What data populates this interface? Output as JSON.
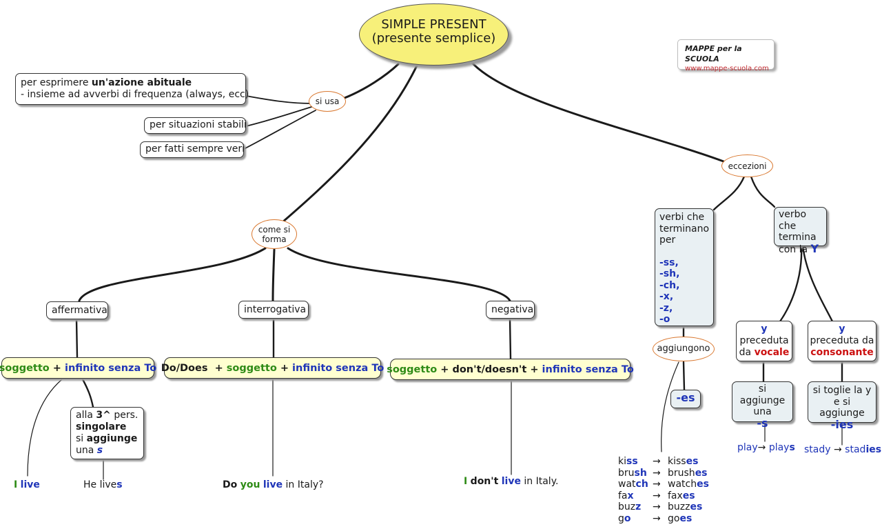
{
  "title": {
    "line1": "SIMPLE PRESENT",
    "line2": "(presente semplice)"
  },
  "logo": {
    "line1": "MAPPE per la SCUOLA",
    "line2": "www.mappe-scuola.com"
  },
  "si_usa": {
    "label": "si usa",
    "item1_a": "per esprimere ",
    "item1_bold": "un'azione abituale",
    "item1_line2": "- insieme ad avverbi di frequenza (always, ecc)",
    "item2": "per situazioni stabili",
    "item3": "per fatti sempre veri"
  },
  "come_si_forma": {
    "label_l1": "come si",
    "label_l2": "forma"
  },
  "affermativa": {
    "label": "affermativa",
    "f_soggetto": "soggetto",
    "f_plus": " + ",
    "f_infinito": "infinito senza To",
    "note_a": "alla ",
    "note_3": "3^",
    "note_pers": " pers.",
    "note_singolare": "singolare",
    "note_si": "si ",
    "note_aggiunge": "aggiunge",
    "note_una": "una ",
    "note_s": "s",
    "ex1_i": "I",
    "ex1_live": "live",
    "ex2_he": "He live",
    "ex2_s": "s"
  },
  "interrogativa": {
    "label": "interrogativa",
    "f_do": "Do/Does",
    "f_plus1": "  + ",
    "f_soggetto": "soggetto",
    "f_plus2": " + ",
    "f_infinito": "infinito senza To",
    "ex_do": "Do",
    "ex_you": "you",
    "ex_live": "live",
    "ex_rest": " in Italy?"
  },
  "negativa": {
    "label": "negativa",
    "f_soggetto": "soggetto",
    "f_mid": " + don't/doesn't + ",
    "f_infinito": "infinito senza To",
    "ex_i": "I",
    "ex_dont": "don't",
    "ex_live": "live",
    "ex_rest": " in Italy."
  },
  "eccezioni": {
    "label": "eccezioni",
    "group1": {
      "text_l1": "verbi che",
      "text_l2": "terminano",
      "text_l3": "per",
      "endings": [
        "-ss,",
        "-sh,",
        "-ch,",
        "-x,",
        "-z,",
        "-o"
      ],
      "aggiungono": "aggiungono",
      "es": "-es",
      "examples": [
        {
          "base_a": "ki",
          "base_b": "ss",
          "arrow": "→",
          "res_a": "kiss",
          "res_b": "es"
        },
        {
          "base_a": "bru",
          "base_b": "sh",
          "arrow": "→",
          "res_a": "brush",
          "res_b": "es"
        },
        {
          "base_a": "wat",
          "base_b": "ch",
          "arrow": "→",
          "res_a": "watch",
          "res_b": "es"
        },
        {
          "base_a": "fa",
          "base_b": "x",
          "arrow": "→",
          "res_a": "fax",
          "res_b": "es"
        },
        {
          "base_a": "buz",
          "base_b": "z",
          "arrow": "→",
          "res_a": "buzz",
          "res_b": "es"
        },
        {
          "base_a": "g",
          "base_b": "o",
          "arrow": "→",
          "res_a": "go",
          "res_b": "es"
        }
      ]
    },
    "group2": {
      "text_l1": "verbo che",
      "text_l2": "termina",
      "text_l3": "con la ",
      "y": "Y",
      "vocale": {
        "y": "y",
        "l2": "preceduta",
        "l3a": "da ",
        "l3b": "vocale",
        "rule_l1": "si aggiunge",
        "rule_l2": "una",
        "rule_s": "-s",
        "ex_a": "play",
        "ex_arrow": "→",
        "ex_b": " play",
        "ex_c": "s"
      },
      "consonante": {
        "y": "y",
        "l2": "preceduta da",
        "l3": "consonante",
        "rule_l1": "si toglie la y",
        "rule_l2": "e si aggiunge",
        "rule_ies": "-ies",
        "ex_a": "stady",
        "ex_arrow": "→",
        "ex_b": " stad",
        "ex_c": "ies"
      }
    }
  }
}
